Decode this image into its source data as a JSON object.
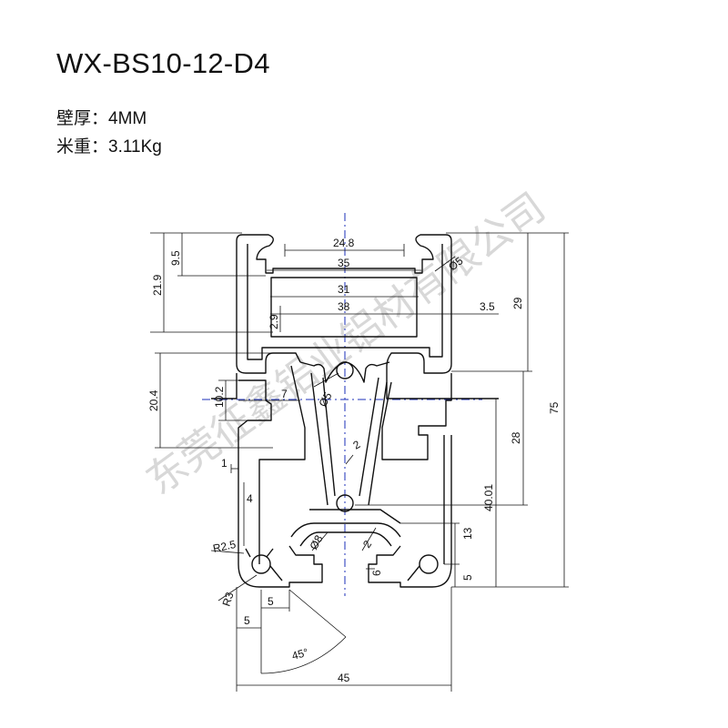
{
  "header": {
    "model": "WX-BS10-12-D4",
    "wall_label": "壁厚：",
    "wall_value": "4MM",
    "weight_label": "米重：",
    "weight_value": "3.11Kg"
  },
  "watermark": "东莞征鑫铝业铝材有限公司",
  "dimensions": {
    "d_24_8": "24.8",
    "d_35": "35",
    "d_31": "31",
    "d_38": "38",
    "d_3_5": "3.5",
    "d_2_9": "2.9",
    "d_9_5": "9.5",
    "d_21_9": "21.9",
    "d_29": "29",
    "d_75": "75",
    "d_phi5_top": "Ø5",
    "d_20_4": "20.4",
    "d_10_2": "10.2",
    "d_7": "7",
    "d_phi5_mid": "Ø5",
    "d_28": "28",
    "d_2_a": "2",
    "d_40_01": "40.01",
    "d_1": "1",
    "d_4": "4",
    "d_13": "13",
    "d_phi8": "Ø8",
    "d_2_b": "2",
    "d_r2_5": "R2.5",
    "d_6": "6",
    "d_5_right": "5",
    "d_r3": "R3",
    "d_5_slot": "5",
    "d_5_left": "5",
    "d_45_deg": "45°",
    "d_45": "45"
  },
  "colors": {
    "centerline": "#1b2fb8",
    "line": "#111111",
    "watermark": "#b9b9b9"
  }
}
